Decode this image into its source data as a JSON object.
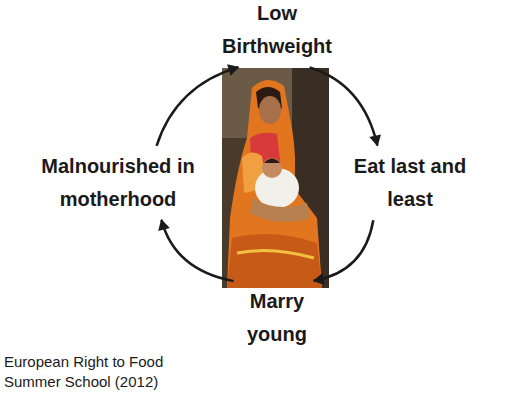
{
  "diagram": {
    "caption": "European Right to Food Summer School (2012)",
    "nodes": [
      {
        "text": [
          "Low Birthweight"
        ]
      },
      {
        "text": [
          "Eat last and least"
        ]
      },
      {
        "text": [
          "Marry young"
        ]
      },
      {
        "text": [
          "Malnourished in motherhood"
        ]
      }
    ],
    "edges": [
      {
        "from": 0,
        "to": 1,
        "arrow": "to"
      },
      {
        "from": 1,
        "to": 2,
        "arrow": "to"
      },
      {
        "from": 2,
        "to": 3,
        "arrow": "to"
      },
      {
        "from": 3,
        "to": 0,
        "arrow": "to"
      }
    ]
  }
}
